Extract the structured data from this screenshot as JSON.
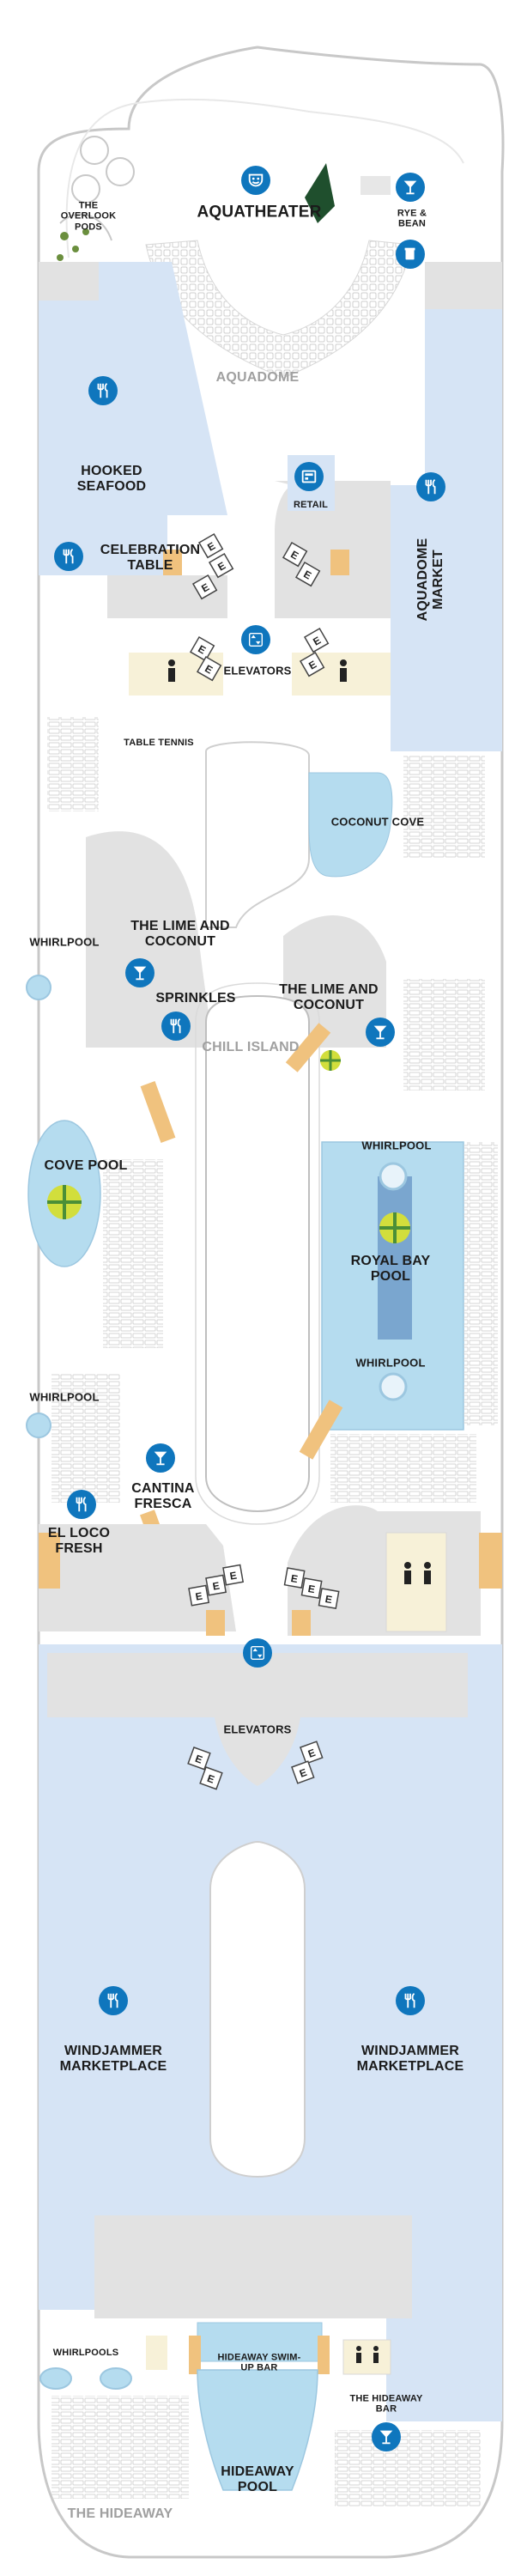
{
  "labels": {
    "overlook_pods": "THE OVERLOOK PODS",
    "aquatheater": "AQUATHEATER",
    "rye_bean": "RYE & BEAN",
    "aquadome": "AQUADOME",
    "hooked_seafood": "HOOKED SEAFOOD",
    "retail": "RETAIL",
    "aquadome_market": "AQUADOME MARKET",
    "celebration_table": "CELEBRATION TABLE",
    "elevators_fwd": "ELEVATORS",
    "table_tennis": "TABLE TENNIS",
    "coconut_cove": "COCONUT COVE",
    "whirlpool_1": "WHIRLPOOL",
    "lime_coconut_1": "THE LIME AND COCONUT",
    "lime_coconut_2": "THE LIME AND COCONUT",
    "sprinkles": "SPRINKLES",
    "chill_island": "CHILL ISLAND",
    "cove_pool": "COVE POOL",
    "whirlpool_2": "WHIRLPOOL",
    "royal_bay_pool": "ROYAL BAY POOL",
    "whirlpool_3": "WHIRLPOOL",
    "whirlpool_4": "WHIRLPOOL",
    "cantina_fresca": "CANTINA FRESCA",
    "el_loco_fresh": "EL LOCO FRESH",
    "elevators_aft": "ELEVATORS",
    "windjammer_1": "WINDJAMMER MARKETPLACE",
    "windjammer_2": "WINDJAMMER MARKETPLACE",
    "whirlpools": "WHIRLPOOLS",
    "hideaway_swim_up_bar": "HIDEAWAY SWIM-UP BAR",
    "hideaway_bar": "THE HIDEAWAY BAR",
    "hideaway_pool": "HIDEAWAY POOL",
    "the_hideaway": "THE HIDEAWAY"
  },
  "elevator_letter": "E",
  "colors": {
    "icon_blue": "#0f76bd",
    "light_blue_area": "#d6e4f5",
    "grey_area": "#e2e2e2",
    "pool_water": "#b5dcef",
    "deck_outline": "#c8c8c8"
  },
  "icons": [
    "theater-icon",
    "cocktail-icon",
    "coffee-icon",
    "dining-icon",
    "retail-icon",
    "elevator-icon",
    "restroom-icon"
  ]
}
